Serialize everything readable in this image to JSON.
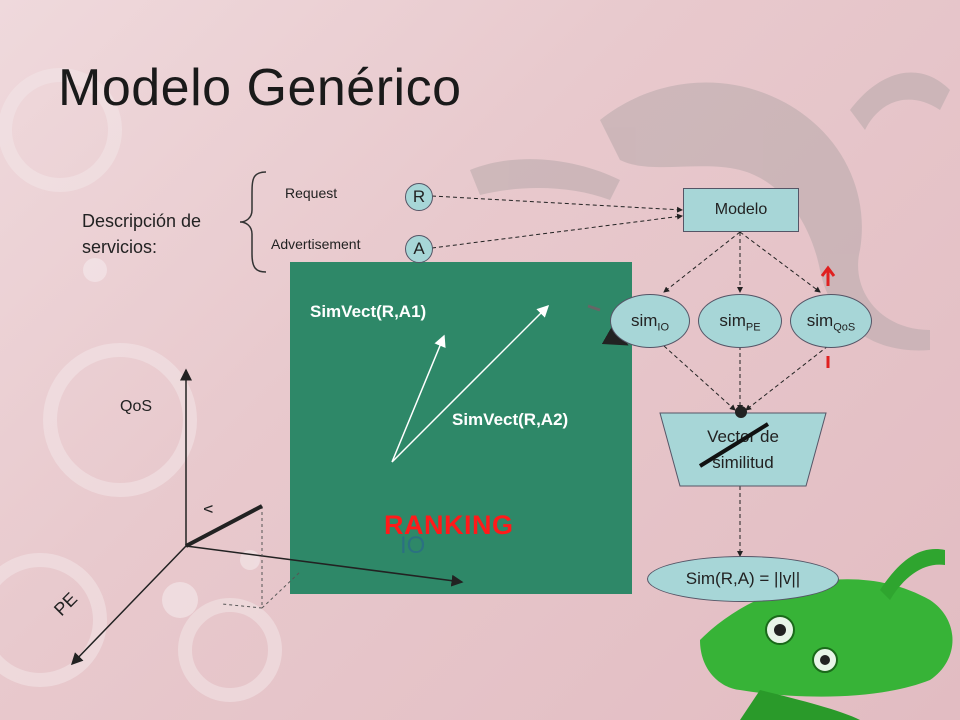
{
  "title": "Modelo Genérico",
  "description_lines": [
    "Descripción de",
    "servicios:"
  ],
  "request_label": "Request",
  "advertisement_label": "Advertisement",
  "node_r": "R",
  "node_a": "A",
  "modelo": "Modelo",
  "sim_io": {
    "base": "sim",
    "sub": "IO"
  },
  "sim_pe": {
    "base": "sim",
    "sub": "PE"
  },
  "sim_qos": {
    "base": "sim",
    "sub": "QoS"
  },
  "vector_lines": [
    "Vector de",
    "similitud"
  ],
  "sim_formula": "Sim(R,A) = ||v||",
  "simvect_a1": "SimVect(R,A1)",
  "simvect_a2": "SimVect(R,A2)",
  "ranking": "RANKING",
  "axes": {
    "qos": "QoS",
    "io": "IO",
    "pe": "PE",
    "v": "v"
  },
  "colors": {
    "node_fill": "#a7d6d7",
    "panel": "#2e8868",
    "ranking": "#ff1a1a"
  }
}
